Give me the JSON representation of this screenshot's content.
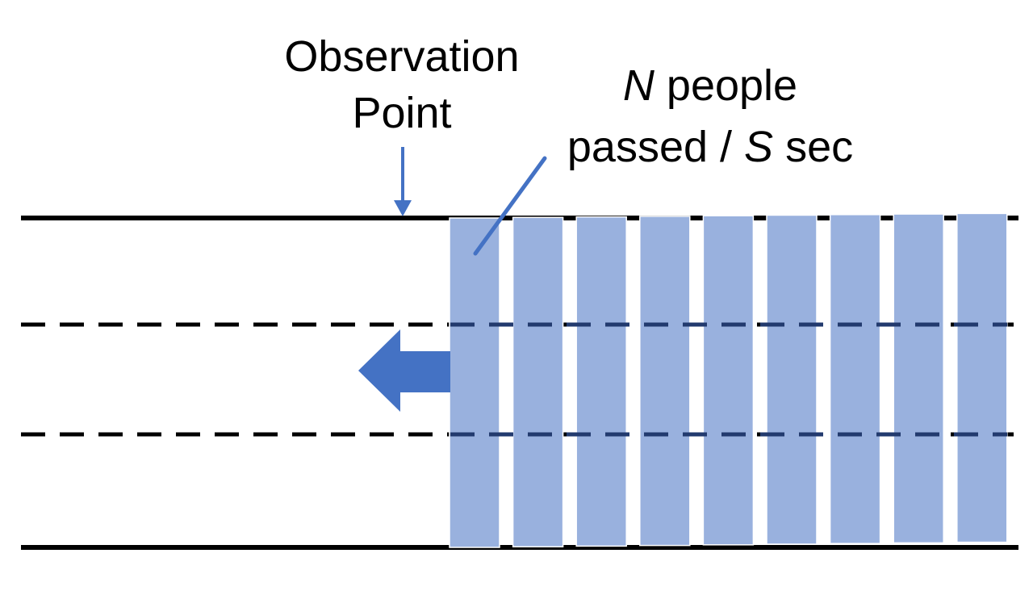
{
  "observation_label": {
    "line1": "Observation",
    "line2": "Point"
  },
  "flow_label": {
    "var_n": "N",
    "text_1": " people",
    "text_2": "passed / ",
    "var_s": "S",
    "text_3": " sec"
  },
  "pedestrian_columns": 9,
  "colors": {
    "column_fill": "#99b1de",
    "column_edge": "#ffffff",
    "accent": "#4472c4",
    "line": "#000000",
    "dash_over_columns": "#223a6e"
  },
  "icons": {
    "flow_direction": "left-arrow-icon",
    "observation_marker": "down-arrow-icon",
    "label_pointer": "pointer-line"
  }
}
